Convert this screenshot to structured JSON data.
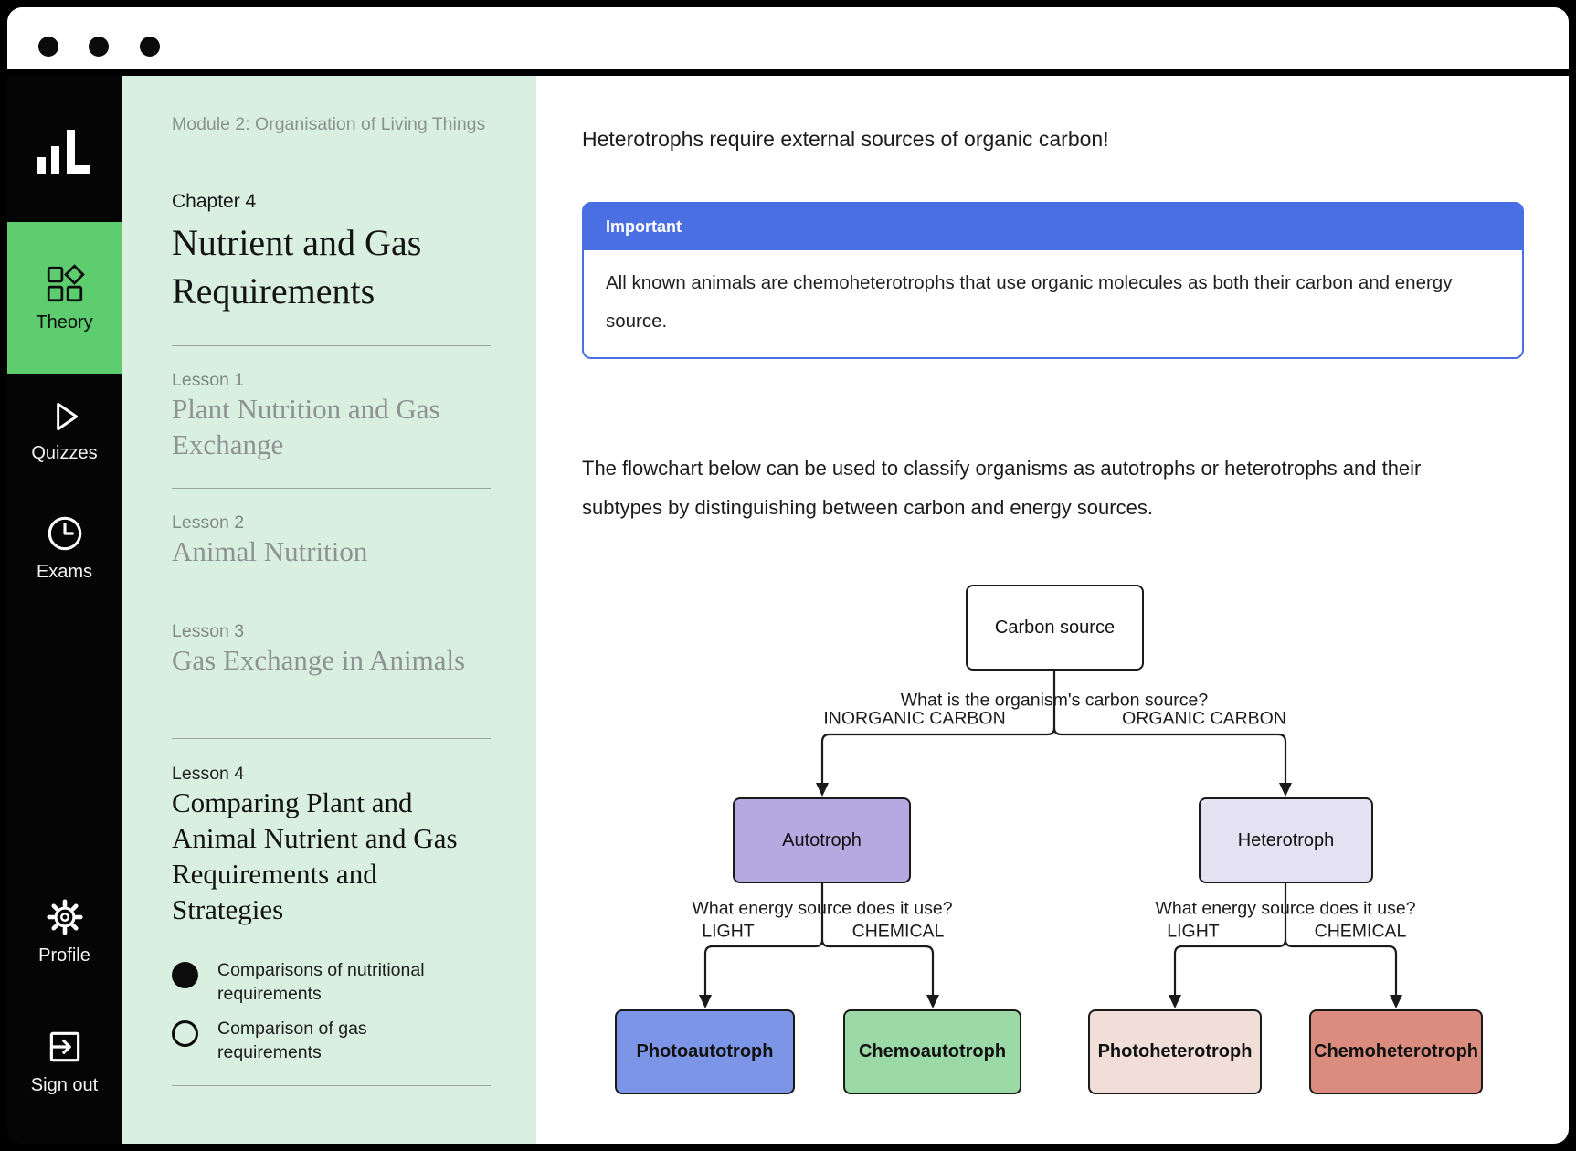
{
  "window": {
    "controls": [
      "window-dot-1",
      "window-dot-2",
      "window-dot-3"
    ]
  },
  "nav": {
    "logo_icon": "bar-chart-logo",
    "active_color": "#5ecd70",
    "items": [
      {
        "label": "Theory",
        "icon": "category-icon",
        "active": true
      },
      {
        "label": "Quizzes",
        "icon": "play-icon",
        "active": false
      },
      {
        "label": "Exams",
        "icon": "clock-icon",
        "active": false
      },
      {
        "label": "Profile",
        "icon": "gear-icon",
        "active": false
      },
      {
        "label": "Sign out",
        "icon": "sign-out-icon",
        "active": false
      }
    ]
  },
  "sidebar": {
    "background": "#d9efdf",
    "module": "Module 2: Organisation of Living Things",
    "chapter_label": "Chapter 4",
    "chapter_title": "Nutrient and Gas Requirements",
    "lessons": [
      {
        "label": "Lesson 1",
        "title": "Plant Nutrition and Gas Exchange",
        "active": false
      },
      {
        "label": "Lesson 2",
        "title": "Animal Nutrition",
        "active": false
      },
      {
        "label": "Lesson 3",
        "title": "Gas Exchange in Animals",
        "active": false
      },
      {
        "label": "Lesson 4",
        "title": "Comparing Plant and Animal Nutrient and Gas Requirements and Strategies",
        "active": true
      }
    ],
    "lesson4_topics": [
      {
        "label": "Comparisons of nutritional requirements",
        "bullet": "filled"
      },
      {
        "label": "Comparison of gas requirements",
        "bullet": "empty"
      }
    ]
  },
  "main": {
    "heading": "Heterotrophs require external sources of organic carbon!",
    "callout": {
      "title": "Important",
      "body": "All known animals are chemoheterotrophs that use organic molecules as both their carbon and energy source.",
      "accent_color": "#4a6fe3"
    },
    "paragraph": "The flowchart below can be used to classify organisms as autotrophs or heterotrophs and their subtypes by distinguishing between carbon and energy sources."
  },
  "flowchart": {
    "root": {
      "label": "Carbon source",
      "fill": "#ffffff"
    },
    "question1": "What is the organism's carbon source?",
    "branch1_left_label": "INORGANIC CARBON",
    "branch1_right_label": "ORGANIC CARBON",
    "level2": [
      {
        "label": "Autotroph",
        "fill": "#b5a9e2",
        "question": "What energy source does it use?",
        "left_label": "LIGHT",
        "right_label": "CHEMICAL"
      },
      {
        "label": "Heterotroph",
        "fill": "#e3e1f2",
        "question": "What energy source does it use?",
        "left_label": "LIGHT",
        "right_label": "CHEMICAL"
      }
    ],
    "leaves": [
      {
        "label": "Photoautotroph",
        "fill": "#7d95e6"
      },
      {
        "label": "Chemoautotroph",
        "fill": "#9bdaa6"
      },
      {
        "label": "Photoheterotroph",
        "fill": "#f1ded8"
      },
      {
        "label": "Chemoheterotroph",
        "fill": "#da8d7e"
      }
    ]
  }
}
